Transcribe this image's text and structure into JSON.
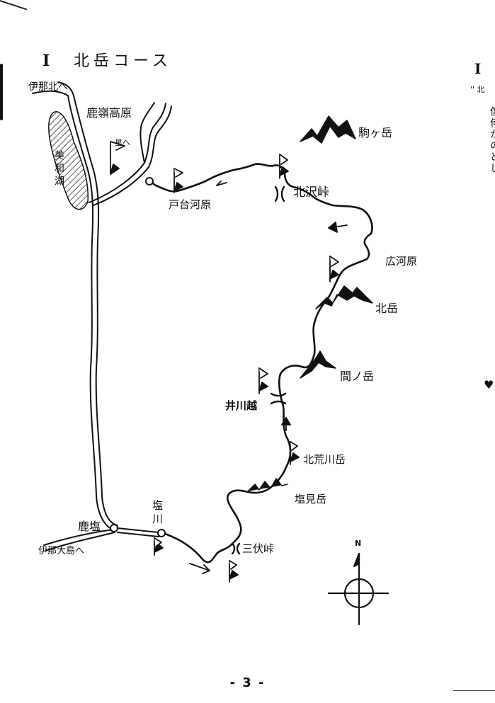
{
  "heading": {
    "roman": "I",
    "title": "北岳コース"
  },
  "labels": {
    "to_ina_north": "伊那北へ",
    "kaichi_kogen": "鹿嶺高原",
    "miwa_lake": "美和湖",
    "hoshi_sign": "星へ",
    "komagatake": "駒ヶ岳",
    "todaigawara": "戸台河原",
    "kitazawa_pass": "北沢峠",
    "hirogawara": "広河原",
    "kitadake": "北岳",
    "ainodake": "間ノ岳",
    "ikawa_goe": "井川越",
    "kitaarakawa": "北荒川岳",
    "shiomidake": "塩見岳",
    "shiokawa": "塩川",
    "kashio": "鹿塩",
    "to_ina_oshima": "伊那大島へ",
    "sanpuku_pass": "三伏峠",
    "north": "N"
  },
  "page_number": "- 3 -",
  "next_page": {
    "roman": "I",
    "sub": "'' 北",
    "text": "僕何かのとし"
  },
  "icons": [
    "mountain-icon",
    "flag-icon",
    "pass-icon",
    "arrow-icon",
    "compass-icon",
    "heart-icon"
  ]
}
